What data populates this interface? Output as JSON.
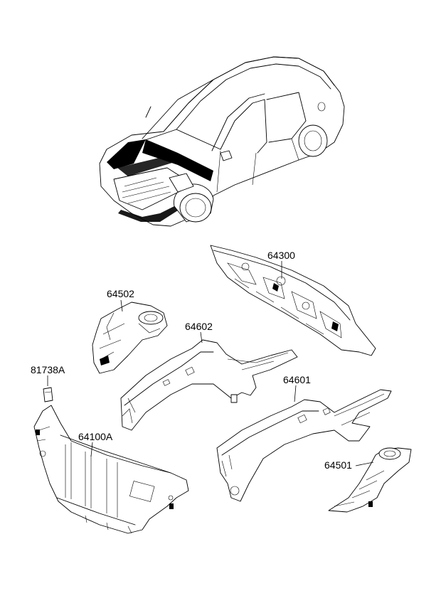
{
  "labels": {
    "l64300": "64300",
    "l64502": "64502",
    "l64602": "64602",
    "l81738A": "81738A",
    "l64100A": "64100A",
    "l64601": "64601",
    "l64501": "64501"
  }
}
